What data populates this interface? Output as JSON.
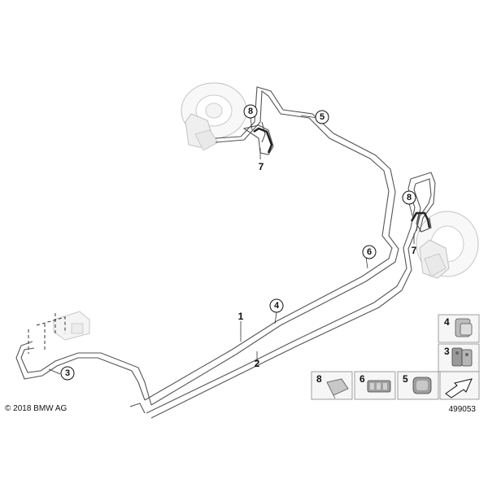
{
  "diagram": {
    "copyright": "© 2018 BMW AG",
    "reference_id": "499053"
  },
  "callouts": {
    "c8_front": "8",
    "c7_front": "7",
    "c5": "5",
    "c8_rear": "8",
    "c7_rear": "7",
    "c6": "6",
    "c4": "4",
    "c1": "1",
    "c2": "2",
    "c3": "3"
  },
  "legend": {
    "top_right": [
      {
        "label": "4"
      },
      {
        "label": "3"
      }
    ],
    "bottom_row": [
      {
        "label": "8"
      },
      {
        "label": "6"
      },
      {
        "label": "5"
      }
    ],
    "arrow_box": "orientation-arrow-icon"
  },
  "colors": {
    "line": "#555555",
    "part_light": "#dcdcdc",
    "part_mid": "#a8a8a8",
    "part_dark": "#5a5a5a",
    "legend_bg": "#f4f4f4"
  }
}
